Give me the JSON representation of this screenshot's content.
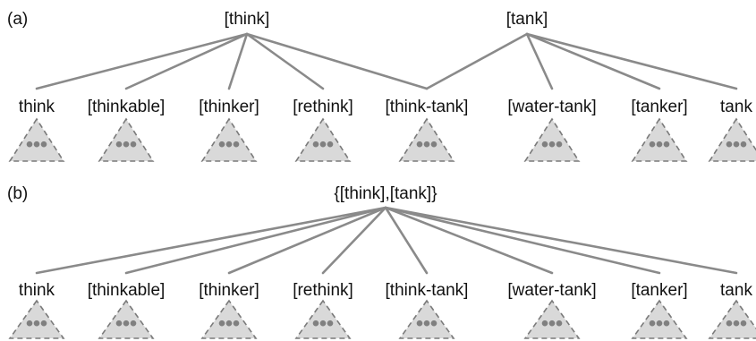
{
  "panel_a": {
    "label": "(a)",
    "root_labels": [
      "[think]",
      "[tank]"
    ],
    "leaf_labels": [
      "think",
      "[thinkable]",
      "[thinker]",
      "[rethink]",
      "[think-tank]",
      "[water-tank]",
      "[tanker]",
      "tank"
    ],
    "edges": [
      {
        "root": 0,
        "leaves": [
          0,
          1,
          2,
          3,
          4
        ]
      },
      {
        "root": 1,
        "leaves": [
          4,
          5,
          6,
          7
        ]
      }
    ]
  },
  "panel_b": {
    "label": "(b)",
    "root_labels": [
      "{[think],[tank]}"
    ],
    "leaf_labels": [
      "think",
      "[thinkable]",
      "[thinker]",
      "[rethink]",
      "[think-tank]",
      "[water-tank]",
      "[tanker]",
      "tank"
    ],
    "edges": [
      {
        "root": 0,
        "leaves": [
          0,
          1,
          2,
          3,
          4,
          5,
          6,
          7
        ]
      }
    ]
  },
  "colors": {
    "edge": "#8a8a8a",
    "triangle_fill": "#d9d9d9",
    "triangle_stroke": "#7a7a7a",
    "dot": "#808080",
    "text": "#111111"
  }
}
